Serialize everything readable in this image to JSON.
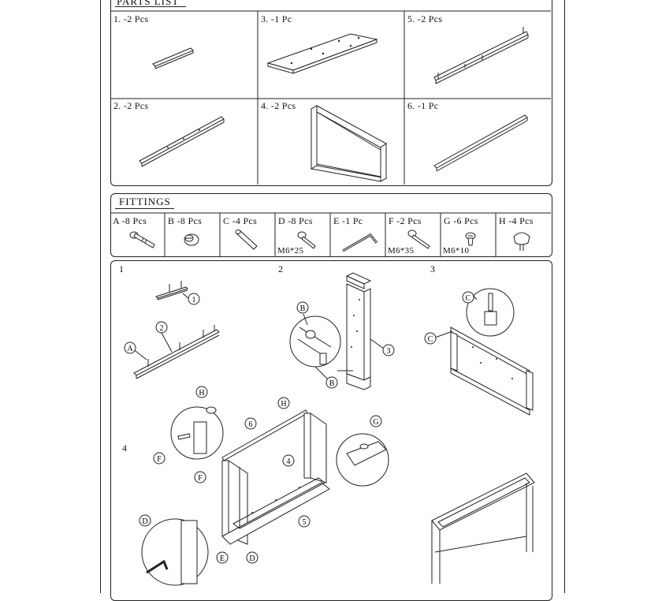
{
  "parts_list": {
    "title": "PARTS LIST",
    "items": [
      {
        "label": "1. -2 Pcs"
      },
      {
        "label": "3. -1 Pc"
      },
      {
        "label": "5. -2 Pcs"
      },
      {
        "label": "2. -2 Pcs"
      },
      {
        "label": "4. -2 Pcs"
      },
      {
        "label": "6. -1 Pc"
      }
    ]
  },
  "fittings": {
    "title": "FITTINGS",
    "items": [
      {
        "label": "A -8 Pcs",
        "size": "",
        "icon": "cam-bolt-icon"
      },
      {
        "label": "B -8 Pcs",
        "size": "",
        "icon": "cam-lock-icon"
      },
      {
        "label": "C -4 Pcs",
        "size": "",
        "icon": "wooden-dowel-icon"
      },
      {
        "label": "D -8 Pcs",
        "size": "M6*25",
        "icon": "screw-icon"
      },
      {
        "label": "E -1 Pc",
        "size": "",
        "icon": "allen-key-icon"
      },
      {
        "label": "F -2 Pcs",
        "size": "M6*35",
        "icon": "screw-icon"
      },
      {
        "label": "G -6 Pcs",
        "size": "M6*10",
        "icon": "screw-icon"
      },
      {
        "label": "H -4 Pcs",
        "size": "",
        "icon": "leveler-foot-icon"
      }
    ]
  },
  "assembly": {
    "steps": [
      "1",
      "2",
      "3",
      "4"
    ],
    "callouts": {
      "one": "1",
      "two": "2",
      "three": "3",
      "four": "4",
      "five": "5",
      "six": "6",
      "a": "A",
      "b": "B",
      "c": "C",
      "d": "D",
      "e": "E",
      "f": "F",
      "g": "G",
      "h": "H"
    }
  }
}
